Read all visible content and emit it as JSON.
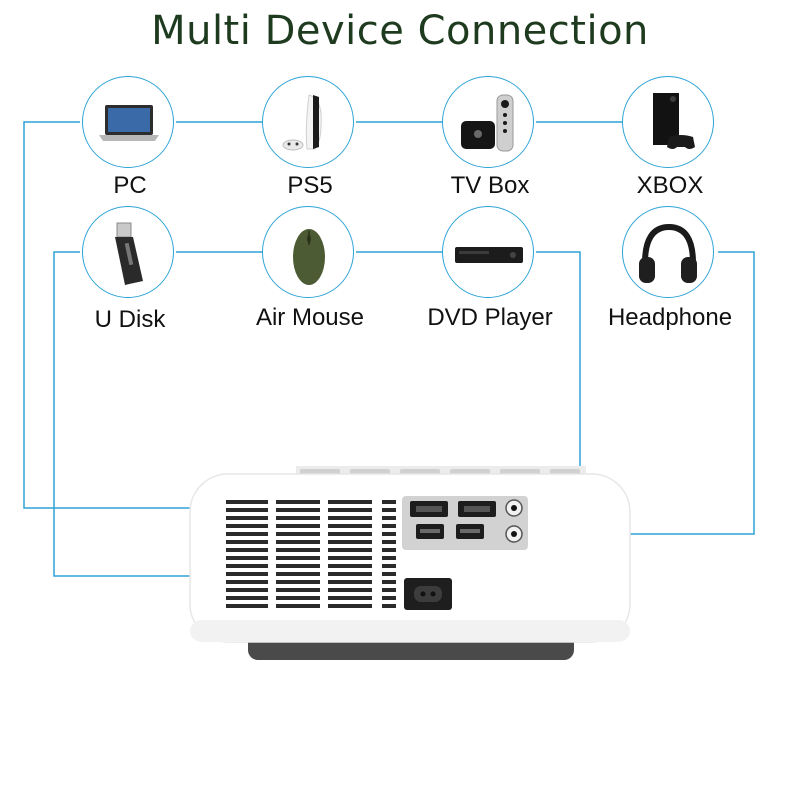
{
  "title": "Multi Device Connection",
  "colors": {
    "line": "#2ea3d6",
    "title": "#1f3b1f",
    "projector_body": "#ffffff",
    "port_panel": "#d2d2d2"
  },
  "devices": [
    {
      "id": "pc",
      "label": "PC",
      "icon": "laptop-icon"
    },
    {
      "id": "ps5",
      "label": "PS5",
      "icon": "ps5-console-icon"
    },
    {
      "id": "tvbox",
      "label": "TV Box",
      "icon": "tv-box-icon"
    },
    {
      "id": "xbox",
      "label": "XBOX",
      "icon": "xbox-console-icon"
    },
    {
      "id": "udisk",
      "label": "U Disk",
      "icon": "usb-drive-icon"
    },
    {
      "id": "airmouse",
      "label": "Air Mouse",
      "icon": "mouse-icon"
    },
    {
      "id": "dvd",
      "label": "DVD Player",
      "icon": "dvd-player-icon"
    },
    {
      "id": "headphone",
      "label": "Headphone",
      "icon": "headphone-icon"
    }
  ]
}
